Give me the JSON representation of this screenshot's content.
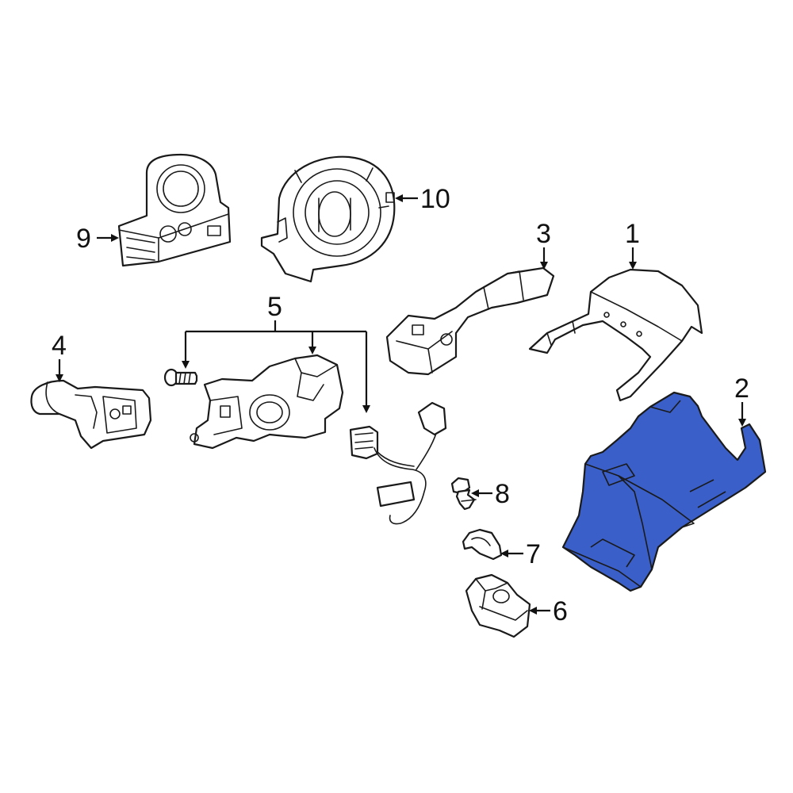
{
  "highlight_color": "#3a5fc8",
  "callouts": {
    "c1": "1",
    "c2": "2",
    "c3": "3",
    "c4": "4",
    "c5": "5",
    "c6": "6",
    "c7": "7",
    "c8": "8",
    "c9": "9",
    "c10": "10"
  }
}
